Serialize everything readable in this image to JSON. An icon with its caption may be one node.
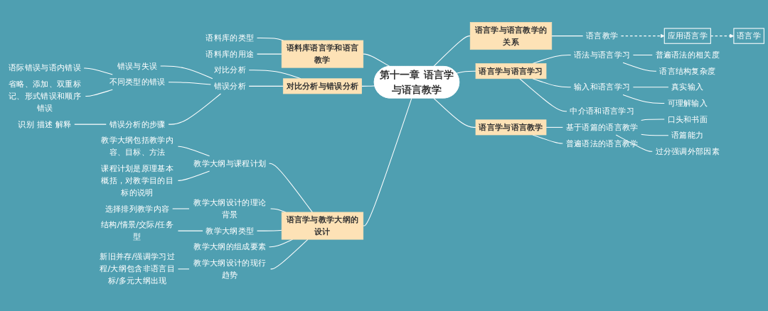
{
  "diagram": {
    "nodes": [
      {
        "text": [
          "第十一章 语言学与语言教学"
        ]
      },
      {
        "text": [
          "语言学与语言教学的关系"
        ]
      },
      {
        "text": [
          "语言教学"
        ]
      },
      {
        "text": [
          "应用语言学"
        ]
      },
      {
        "text": [
          "语言学"
        ]
      },
      {
        "text": [
          "语言学与语言学习"
        ]
      },
      {
        "text": [
          "语法与语言学习"
        ]
      },
      {
        "text": [
          "普遍语法的相关度"
        ]
      },
      {
        "text": [
          "语言结构复杂度"
        ]
      },
      {
        "text": [
          "输入和语言学习"
        ]
      },
      {
        "text": [
          "真实输入"
        ]
      },
      {
        "text": [
          "可理解输入"
        ]
      },
      {
        "text": [
          "中介语和语言学习"
        ]
      },
      {
        "text": [
          "语言学与语言教学"
        ]
      },
      {
        "text": [
          "基于语篇的语言教学"
        ]
      },
      {
        "text": [
          "口头和书面"
        ]
      },
      {
        "text": [
          "语篇能力"
        ]
      },
      {
        "text": [
          "过分强调外部因素"
        ]
      },
      {
        "text": [
          "普遍语法的语言教学"
        ]
      },
      {
        "text": [
          "语料库语言学和语言教学"
        ]
      },
      {
        "text": [
          "语料库的类型"
        ]
      },
      {
        "text": [
          "语料库的用途"
        ]
      },
      {
        "text": [
          "对比分析与错误分析"
        ]
      },
      {
        "text": [
          "对比分析"
        ]
      },
      {
        "text": [
          "错误分析"
        ]
      },
      {
        "text": [
          "错误与失误"
        ]
      },
      {
        "text": [
          "不同类型的错误"
        ]
      },
      {
        "text": [
          "语际错误与语内错误"
        ]
      },
      {
        "text": [
          "省略、添加、双重标记、形式错误和顺序错误"
        ]
      },
      {
        "text": [
          "错误分析的步骤"
        ]
      },
      {
        "text": [
          "识别 描述 解释"
        ]
      },
      {
        "text": [
          "语言学与教学大纲的设计"
        ]
      },
      {
        "text": [
          "教学大纲与课程计划"
        ]
      },
      {
        "text": [
          "教学大纲包括教学内容、目标、方法"
        ]
      },
      {
        "text": [
          "课程计划是原理基本概括，对教学目的目标的说明"
        ]
      },
      {
        "text": [
          "教学大纲设计的理论背景"
        ]
      },
      {
        "text": [
          "选择排列教学内容"
        ]
      },
      {
        "text": [
          "教学大纲类型"
        ]
      },
      {
        "text": [
          "结构/情景/交际/任务型"
        ]
      },
      {
        "text": [
          "教学大纲的组成要素"
        ]
      },
      {
        "text": [
          "教学大纲设计的现行趋势"
        ]
      },
      {
        "text": [
          "新旧并存/强调学习过程/大纲包含非语言目标/多元大纲出现"
        ]
      }
    ],
    "edges": [
      {
        "from": 0,
        "to": 1,
        "arrow": "none"
      },
      {
        "from": 1,
        "to": 2,
        "arrow": "none"
      },
      {
        "from": 2,
        "to": 3,
        "arrow": "to",
        "style": "dashed"
      },
      {
        "from": 3,
        "to": 4,
        "arrow": "to",
        "style": "dashed"
      },
      {
        "from": 0,
        "to": 5,
        "arrow": "none"
      },
      {
        "from": 5,
        "to": 6,
        "arrow": "none"
      },
      {
        "from": 6,
        "to": 7,
        "arrow": "none"
      },
      {
        "from": 6,
        "to": 8,
        "arrow": "none"
      },
      {
        "from": 5,
        "to": 9,
        "arrow": "none"
      },
      {
        "from": 9,
        "to": 10,
        "arrow": "none"
      },
      {
        "from": 9,
        "to": 11,
        "arrow": "none"
      },
      {
        "from": 5,
        "to": 12,
        "arrow": "none"
      },
      {
        "from": 0,
        "to": 13,
        "arrow": "none"
      },
      {
        "from": 13,
        "to": 14,
        "arrow": "none"
      },
      {
        "from": 14,
        "to": 15,
        "arrow": "none"
      },
      {
        "from": 14,
        "to": 16,
        "arrow": "none"
      },
      {
        "from": 14,
        "to": 17,
        "arrow": "none"
      },
      {
        "from": 13,
        "to": 18,
        "arrow": "none"
      },
      {
        "from": 0,
        "to": 19,
        "arrow": "none"
      },
      {
        "from": 19,
        "to": 20,
        "arrow": "none"
      },
      {
        "from": 19,
        "to": 21,
        "arrow": "none"
      },
      {
        "from": 0,
        "to": 22,
        "arrow": "none"
      },
      {
        "from": 22,
        "to": 23,
        "arrow": "none"
      },
      {
        "from": 22,
        "to": 24,
        "arrow": "none"
      },
      {
        "from": 24,
        "to": 25,
        "arrow": "none"
      },
      {
        "from": 24,
        "to": 26,
        "arrow": "none"
      },
      {
        "from": 26,
        "to": 27,
        "arrow": "none"
      },
      {
        "from": 26,
        "to": 28,
        "arrow": "none"
      },
      {
        "from": 24,
        "to": 29,
        "arrow": "none"
      },
      {
        "from": 29,
        "to": 30,
        "arrow": "none"
      },
      {
        "from": 0,
        "to": 31,
        "arrow": "none"
      },
      {
        "from": 31,
        "to": 32,
        "arrow": "none"
      },
      {
        "from": 32,
        "to": 33,
        "arrow": "none"
      },
      {
        "from": 32,
        "to": 34,
        "arrow": "none"
      },
      {
        "from": 31,
        "to": 35,
        "arrow": "none"
      },
      {
        "from": 35,
        "to": 36,
        "arrow": "none"
      },
      {
        "from": 31,
        "to": 37,
        "arrow": "none"
      },
      {
        "from": 37,
        "to": 38,
        "arrow": "none"
      },
      {
        "from": 31,
        "to": 39,
        "arrow": "none"
      },
      {
        "from": 31,
        "to": 40,
        "arrow": "none"
      },
      {
        "from": 40,
        "to": 41,
        "arrow": "none"
      }
    ]
  }
}
